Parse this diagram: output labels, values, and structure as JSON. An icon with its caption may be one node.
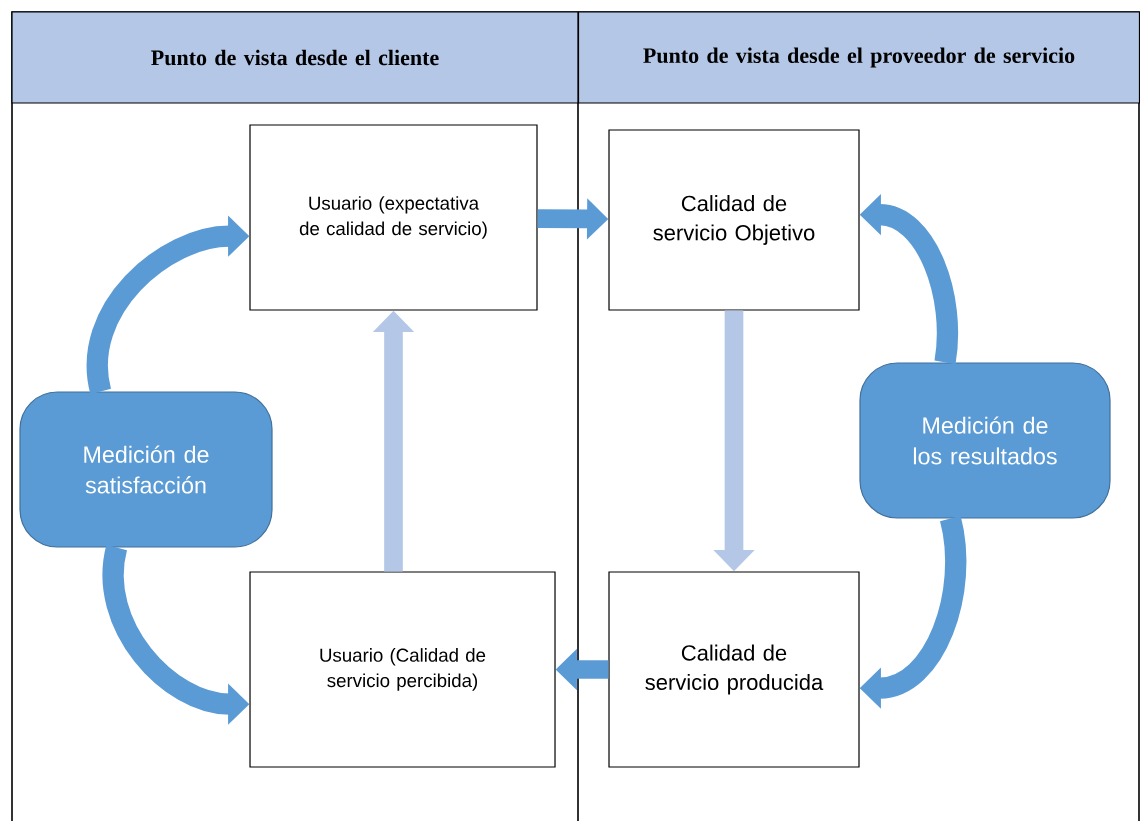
{
  "diagram": {
    "nodes": [
      {
        "text": [
          "Punto de vista desde el cliente"
        ]
      },
      {
        "text": [
          "Punto de vista desde el proveedor de servicio"
        ]
      },
      {
        "text": [
          "Usuario (expectativa de calidad de servicio)"
        ]
      },
      {
        "text": [
          "Calidad de servicio Objetivo"
        ]
      },
      {
        "text": [
          "Medición de satisfacción"
        ]
      },
      {
        "text": [
          "Medición de los resultados"
        ]
      },
      {
        "text": [
          "Usuario (Calidad de servicio percibida)"
        ]
      },
      {
        "text": [
          "Calidad de servicio producida"
        ]
      }
    ],
    "edges": [
      {
        "from": 2,
        "to": 3,
        "arrow": "to"
      },
      {
        "from": 3,
        "to": 7,
        "arrow": "to",
        "color": "#b4c7e7"
      },
      {
        "from": 7,
        "to": 6,
        "arrow": "to"
      },
      {
        "from": 6,
        "to": 2,
        "arrow": "to",
        "color": "#b4c7e7"
      },
      {
        "from": 4,
        "to": 2,
        "arrow": "to"
      },
      {
        "from": 4,
        "to": 6,
        "arrow": "to"
      },
      {
        "from": 5,
        "to": 3,
        "arrow": "to"
      },
      {
        "from": 5,
        "to": 7,
        "arrow": "to"
      }
    ]
  }
}
